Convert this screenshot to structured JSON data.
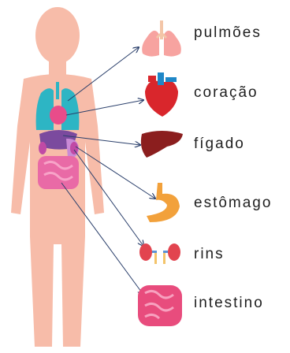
{
  "organs": [
    {
      "id": "lungs",
      "label": "pulmões"
    },
    {
      "id": "heart",
      "label": "coração"
    },
    {
      "id": "liver",
      "label": "fígado"
    },
    {
      "id": "stomach",
      "label": "estômago"
    },
    {
      "id": "kidneys",
      "label": "rins"
    },
    {
      "id": "intestine",
      "label": "intestino"
    }
  ],
  "colors": {
    "body": "#f7bca9",
    "lungs_body": "#2db5c4",
    "heart_body": "#e84c8a",
    "liver_body": "#7b4a9e",
    "stomach_body": "#c98ad6",
    "intestine_body": "#e96aa6",
    "arrow": "#2a3f6b",
    "label_text": "#1f1f1f"
  }
}
